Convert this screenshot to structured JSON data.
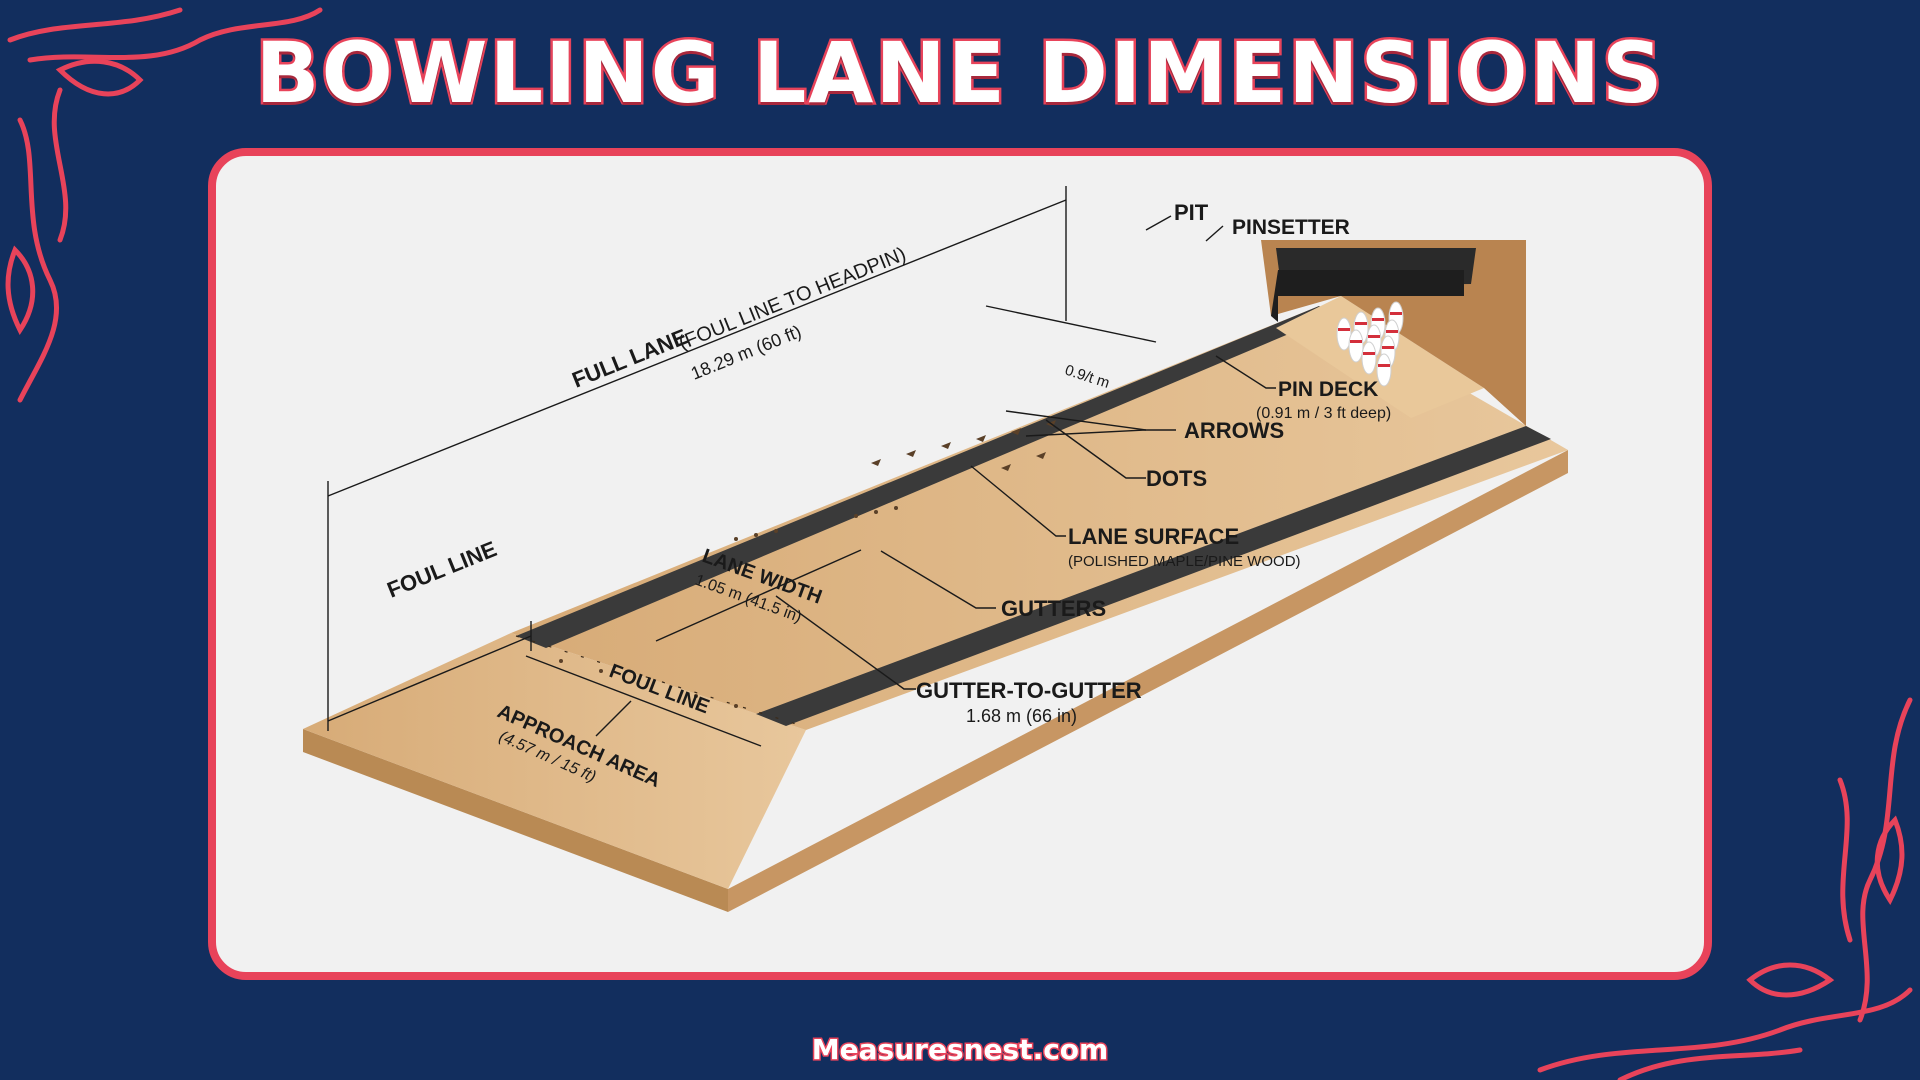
{
  "title": "BOWLING LANE DIMENSIONS",
  "footer": "Measuresnest.com",
  "colors": {
    "background": "#122e5e",
    "accent": "#e8435a",
    "panel": "#f1f1f1",
    "wood": "#dcb27f",
    "gutter": "#3a3a3a"
  },
  "labels": {
    "full_lane": "FULL LANE",
    "full_lane_paren": "(FOUL LINE TO HEADPIN)",
    "full_lane_value": "18.29 m (60 ft)",
    "foul_line_left": "FOUL LINE",
    "foul_line_center": "FOUL LINE",
    "approach_area": "APPROACH AREA",
    "approach_value": "(4.57 m / 15 ft)",
    "lane_width": "LANE WIDTH",
    "lane_width_value": "1.05 m (41.5 in)",
    "pin_gap": "0.9/t m",
    "pit": "PIT",
    "pinsetter": "PINSETTER",
    "pin_deck": "PIN DECK",
    "pin_deck_value": "(0.91 m / 3 ft deep)",
    "arrows": "ARROWS",
    "dots": "DOTS",
    "lane_surface": "LANE SURFACE",
    "lane_surface_value": "(POLISHED MAPLE/PINE WOOD)",
    "gutters": "GUTTERS",
    "gutter_to_gutter": "GUTTER-TO-GUTTER",
    "gutter_to_gutter_value": "1.68 m (66 in)"
  }
}
